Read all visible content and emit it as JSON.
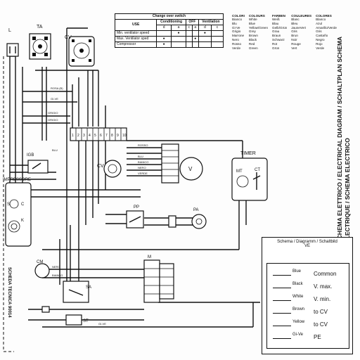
{
  "top_caption": "",
  "switch_table": {
    "title": "Change over switch",
    "col_use": "USE",
    "columns": [
      "Conditioning",
      "OFF",
      "Ventilation"
    ],
    "sub_labels": [
      "d",
      "a",
      "c",
      "a",
      "d",
      "c"
    ],
    "rows": [
      {
        "label": "Min. ventilator speed",
        "marks": [
          0,
          1,
          0,
          0,
          1,
          0
        ]
      },
      {
        "label": "Max. Ventilator sped",
        "marks": [
          1,
          0,
          0,
          1,
          0,
          0
        ]
      },
      {
        "label": "Compressor",
        "marks": [
          1,
          0,
          0,
          0,
          0,
          0
        ]
      }
    ]
  },
  "color_table": {
    "headers": [
      "COLORI",
      "COLOURS",
      "FARBEN",
      "COULEURES",
      "COLORES"
    ],
    "rows": [
      [
        "Bianco",
        "White",
        "Weiß",
        "Blanc",
        "Blanco"
      ],
      [
        "Blu",
        "Blue",
        "Blau",
        "Bleu",
        "Azul"
      ],
      [
        "Gi-Ve",
        "Yellow/Green",
        "Gelb/Grün",
        "JauneVert",
        "Amarillo/Verde"
      ],
      [
        "Grigio",
        "Grey",
        "Grau",
        "Gris",
        "Gris"
      ],
      [
        "Marrone",
        "Brown",
        "Braun",
        "Brun",
        "Castaño"
      ],
      [
        "Nero",
        "Black",
        "Schwarz",
        "Noir",
        "Negro"
      ],
      [
        "Rosso",
        "Red",
        "Rot",
        "Rouge",
        "Rojo"
      ],
      [
        "Verde",
        "Green",
        "Grün",
        "Vert",
        "Verde"
      ]
    ]
  },
  "side_title": "SCHEMA ELETTRICO / ELECTRICAL DIAGRAM / SCHALTPLAN SCHEMA ELECTRIQUE / SCHEMA ELECTRICO",
  "bottom_vertical": "SCHEDA TECNICA 90014",
  "components": {
    "L": "L",
    "TA": "TA",
    "CV": "CV",
    "IGB": "IGB",
    "CV2": "CV",
    "V": "V",
    "compressor_title": "IMPRESSORE",
    "S": "S",
    "C": "C",
    "K": "K",
    "CM": "CM",
    "SA": "SA",
    "ST": "ST",
    "PP": "PP",
    "PA": "PA",
    "TIMER": "TIMER",
    "MT": "MT",
    "CT": "CT",
    "M": "M"
  },
  "wire_labels": {
    "rosa": "ROSA (B)",
    "give": "GI-VE",
    "grigio": "GRIGIO",
    "grigio2": "GRIGIO",
    "blu": "BLU",
    "blu2": "BLU",
    "rosso": "ROSSO",
    "bianco": "BIANCO",
    "nero": "NERO",
    "verde": "VERDE",
    "nero2": "NERO",
    "bianco2": "BIANCO",
    "gire": "GI-VE"
  },
  "terminal_numbers": [
    "1",
    "2",
    "3",
    "4",
    "5",
    "6",
    "7",
    "8",
    "9",
    "10"
  ],
  "legend": {
    "title": "Schema / Diagramm / Schaltbild",
    "subtitle": "VE",
    "items": [
      {
        "wire": "Blue",
        "meaning": "Common"
      },
      {
        "wire": "Black",
        "meaning": "V. max."
      },
      {
        "wire": "White",
        "meaning": "V. min."
      },
      {
        "wire": "Brown",
        "meaning": "to CV"
      },
      {
        "wire": "Yellow",
        "meaning": "to CV"
      },
      {
        "wire": "Gi-Ve",
        "meaning": "PE"
      }
    ]
  }
}
